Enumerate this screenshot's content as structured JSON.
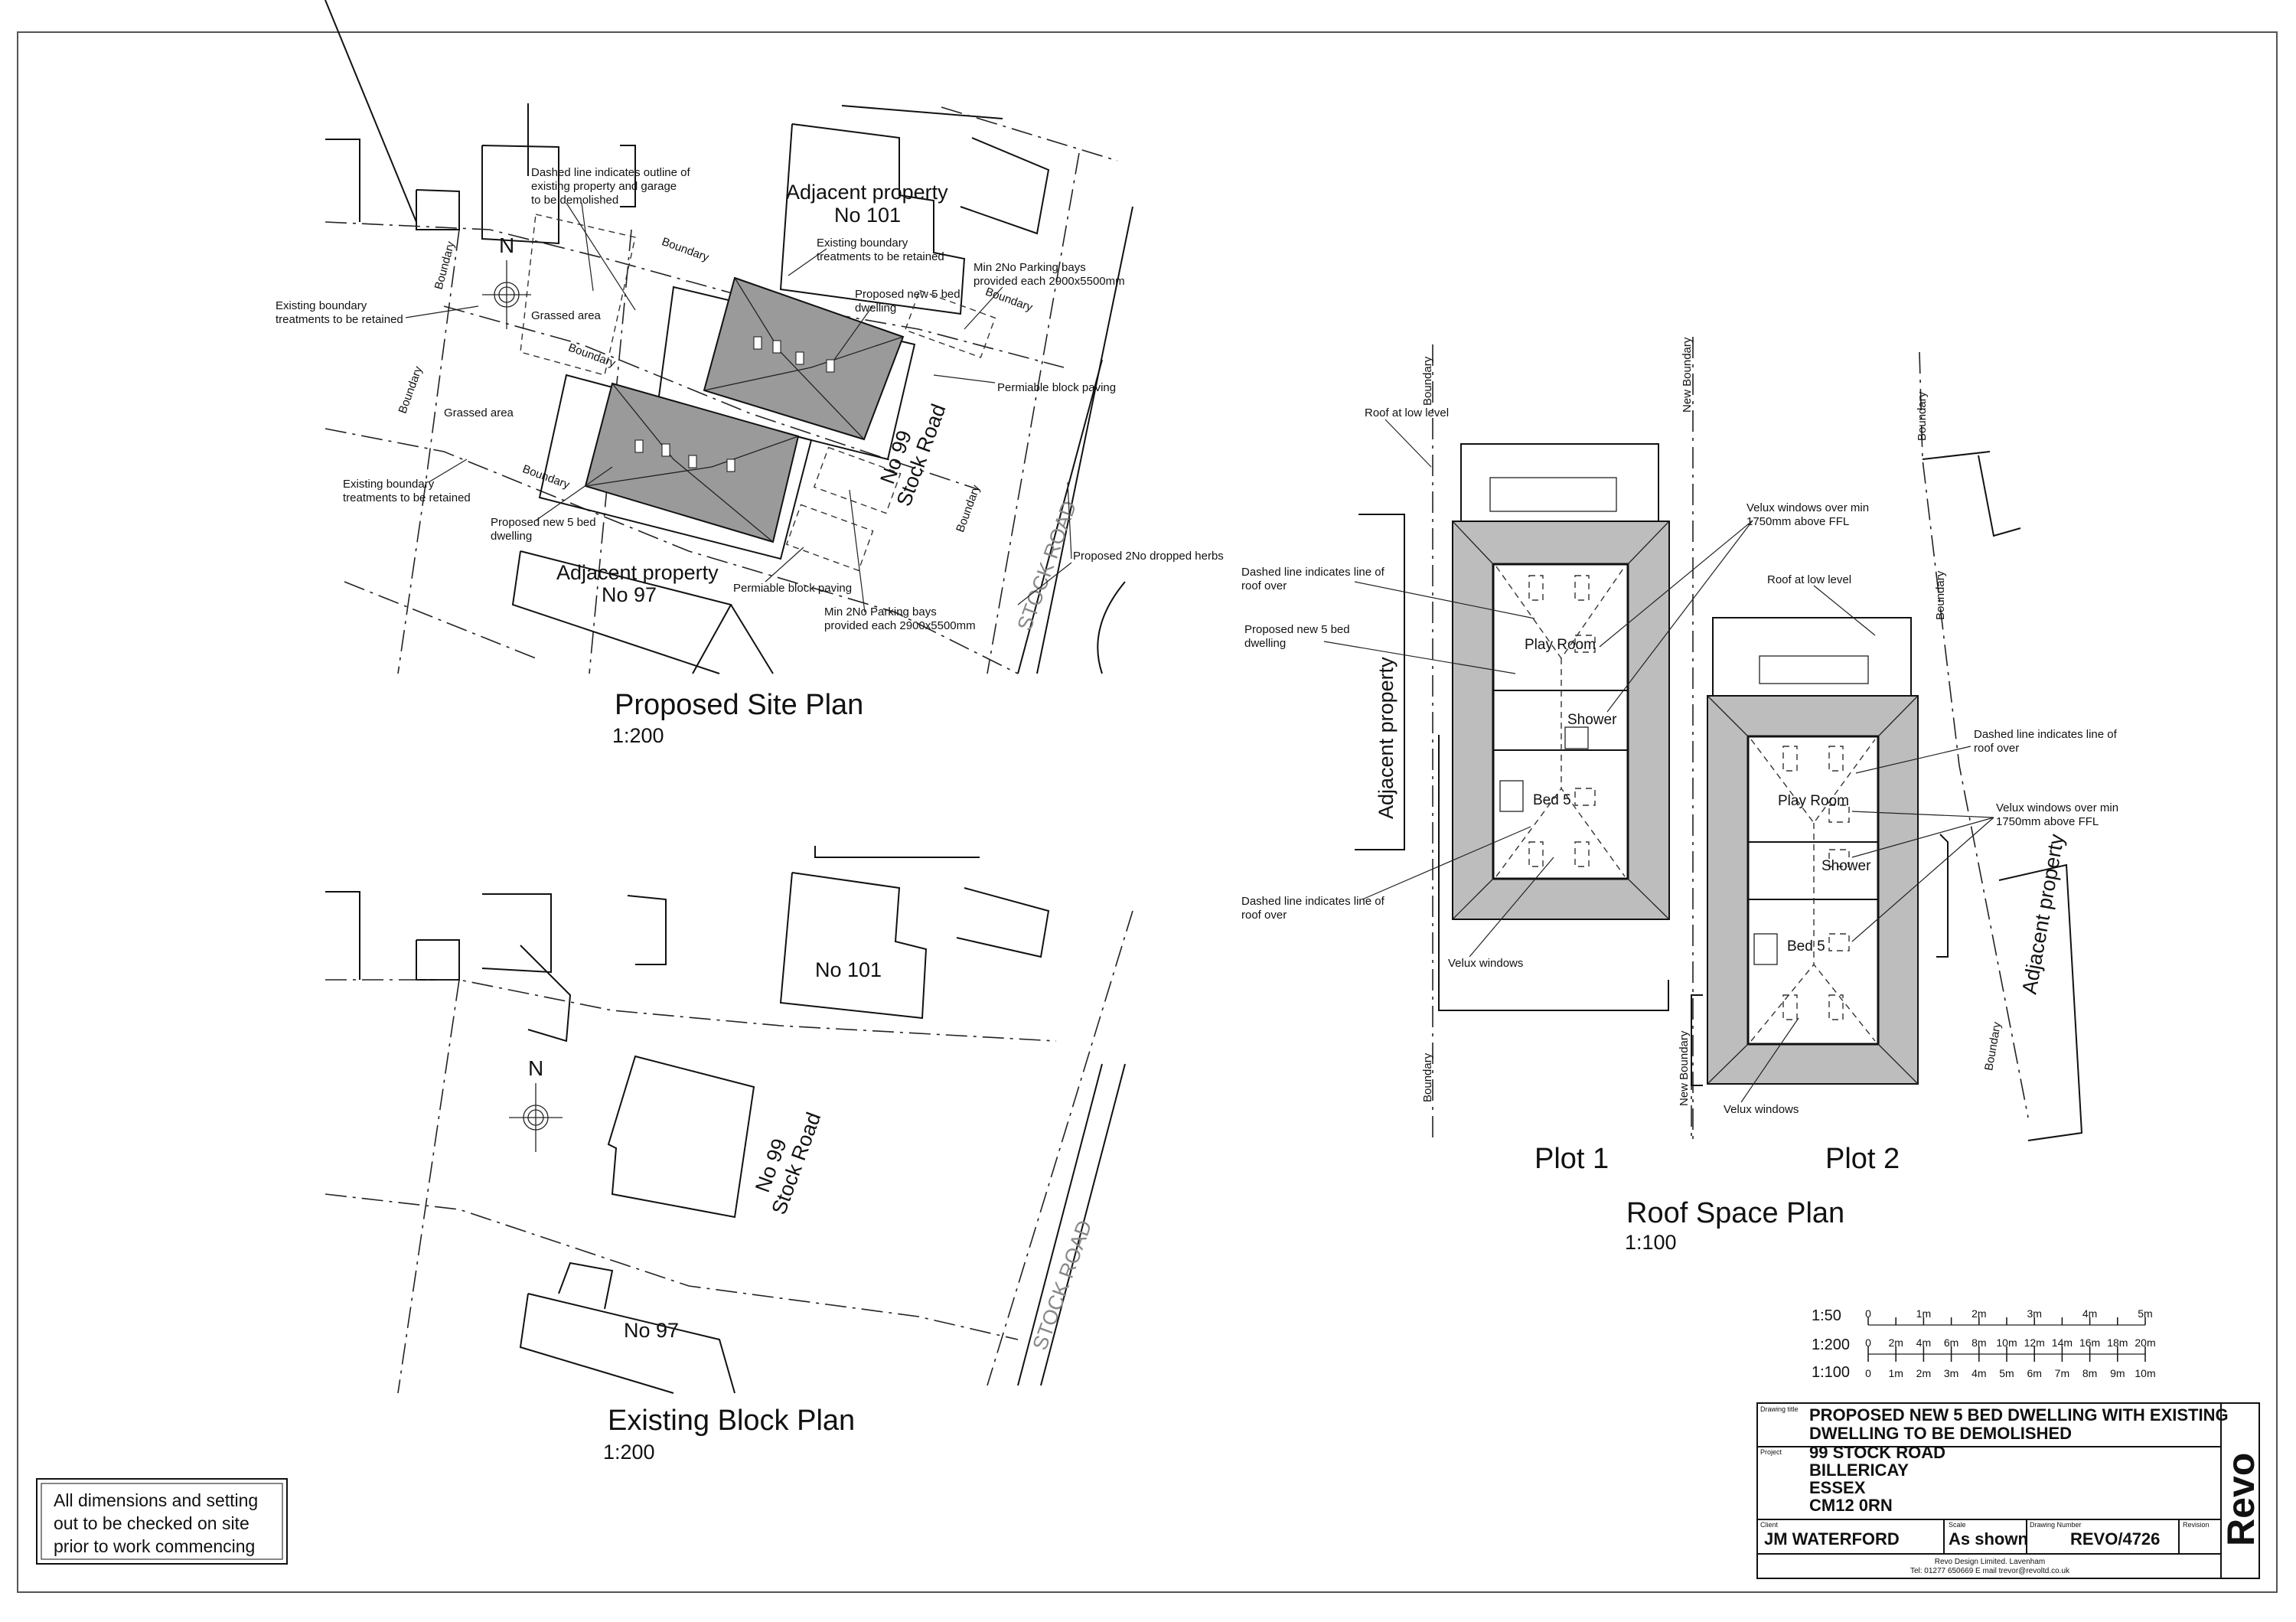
{
  "site_plan": {
    "title": "Proposed Site Plan",
    "scale": "1:200",
    "north": "N",
    "notes": {
      "demolish": [
        "Dashed line indicates outline of",
        "existing property and garage",
        "to be demolished"
      ],
      "adjacent_101": [
        "Adjacent property",
        "No 101"
      ],
      "boundary_retained_top": [
        "Existing boundary",
        "treatments to be retained"
      ],
      "parking_top": [
        "Min 2No Parking bays",
        "provided each 2900x5500mm"
      ],
      "new_dwelling_top": [
        "Proposed new 5 bed",
        "dwelling"
      ],
      "boundary_retained_left": [
        "Existing boundary",
        "treatments to be retained"
      ],
      "grassed_1": "Grassed area",
      "grassed_2": "Grassed area",
      "paving_top": "Permiable block paving",
      "boundary_retained_bottom": [
        "Existing boundary",
        "treatments to be retained"
      ],
      "new_dwelling_bottom": [
        "Proposed new 5 bed",
        "dwelling"
      ],
      "adjacent_97": [
        "Adjacent property",
        "No 97"
      ],
      "paving_bottom": "Permiable block paving",
      "parking_bottom": [
        "Min 2No Parking bays",
        "provided each 2900x5500mm"
      ],
      "dropped_kerbs": "Proposed 2No dropped herbs",
      "address": [
        "No 99",
        "Stock Road"
      ],
      "road": "STOCK ROAD",
      "boundary": "Boundary"
    }
  },
  "block_plan": {
    "title": "Existing Block Plan",
    "scale": "1:200",
    "north": "N",
    "no101": "No 101",
    "address": [
      "No 99",
      "Stock Road"
    ],
    "no97": "No 97",
    "road": "STOCK ROAD"
  },
  "roof_plan": {
    "title": "Roof Space Plan",
    "scale": "1:100",
    "plot1": {
      "label": "Plot 1",
      "boundary": "Boundary",
      "new_boundary": "New Boundary",
      "roof_low": "Roof at low level",
      "velux": [
        "Velux windows over min",
        "1750mm above FFL"
      ],
      "dashed_top": [
        "Dashed line indicates line of",
        "roof over"
      ],
      "dwelling": [
        "Proposed new 5 bed",
        "dwelling"
      ],
      "adjacent": "Adjacent property",
      "rooms": {
        "play": "Play Room",
        "shower": "Shower",
        "bed": "Bed 5"
      },
      "dashed_bottom": [
        "Dashed line indicates line of",
        "roof over"
      ],
      "velux_bottom": "Velux windows"
    },
    "plot2": {
      "label": "Plot 2",
      "boundary": "Boundary",
      "new_boundary": "New Boundary",
      "roof_low": "Roof at low level",
      "dashed": [
        "Dashed line indicates line of",
        "roof over"
      ],
      "velux": [
        "Velux windows over min",
        "1750mm above FFL"
      ],
      "adjacent": "Adjacent property",
      "rooms": {
        "play": "Play Room",
        "shower": "Shower",
        "bed": "Bed 5"
      },
      "velux_bottom": "Velux windows"
    }
  },
  "scale_bars": [
    {
      "label": "1:50",
      "ticks": [
        "0",
        "1m",
        "2m",
        "3m",
        "4m",
        "5m"
      ]
    },
    {
      "label": "1:200",
      "ticks": [
        "0",
        "2m",
        "4m",
        "6m",
        "8m",
        "10m",
        "12m",
        "14m",
        "16m",
        "18m",
        "20m"
      ]
    },
    {
      "label": "1:100",
      "ticks": [
        "0",
        "1m",
        "2m",
        "3m",
        "4m",
        "5m",
        "6m",
        "7m",
        "8m",
        "9m",
        "10m"
      ]
    }
  ],
  "note_box": [
    "All dimensions and setting",
    "out to be checked on site",
    "prior to work commencing"
  ],
  "title_block": {
    "drawing_title_label": "Drawing title",
    "drawing_title": [
      "PROPOSED NEW 5 BED DWELLING WITH EXISTING",
      "DWELLING TO BE DEMOLISHED"
    ],
    "project_label": "Project",
    "project": [
      "99 STOCK ROAD",
      "BILLERICAY",
      "ESSEX",
      "CM12 0RN"
    ],
    "client_label": "Client",
    "client": "JM WATERFORD",
    "scale_label": "Scale",
    "scale": "As shown",
    "drawing_number_label": "Drawing Number",
    "drawing_number": "REVO/4726",
    "revision_label": "Revision",
    "revision": "",
    "company": "Revo Design Limited. Lavenham",
    "contact": "Tel: 01277 650669 E mail trevor@revoltd.co.uk",
    "logo": "Revo"
  }
}
